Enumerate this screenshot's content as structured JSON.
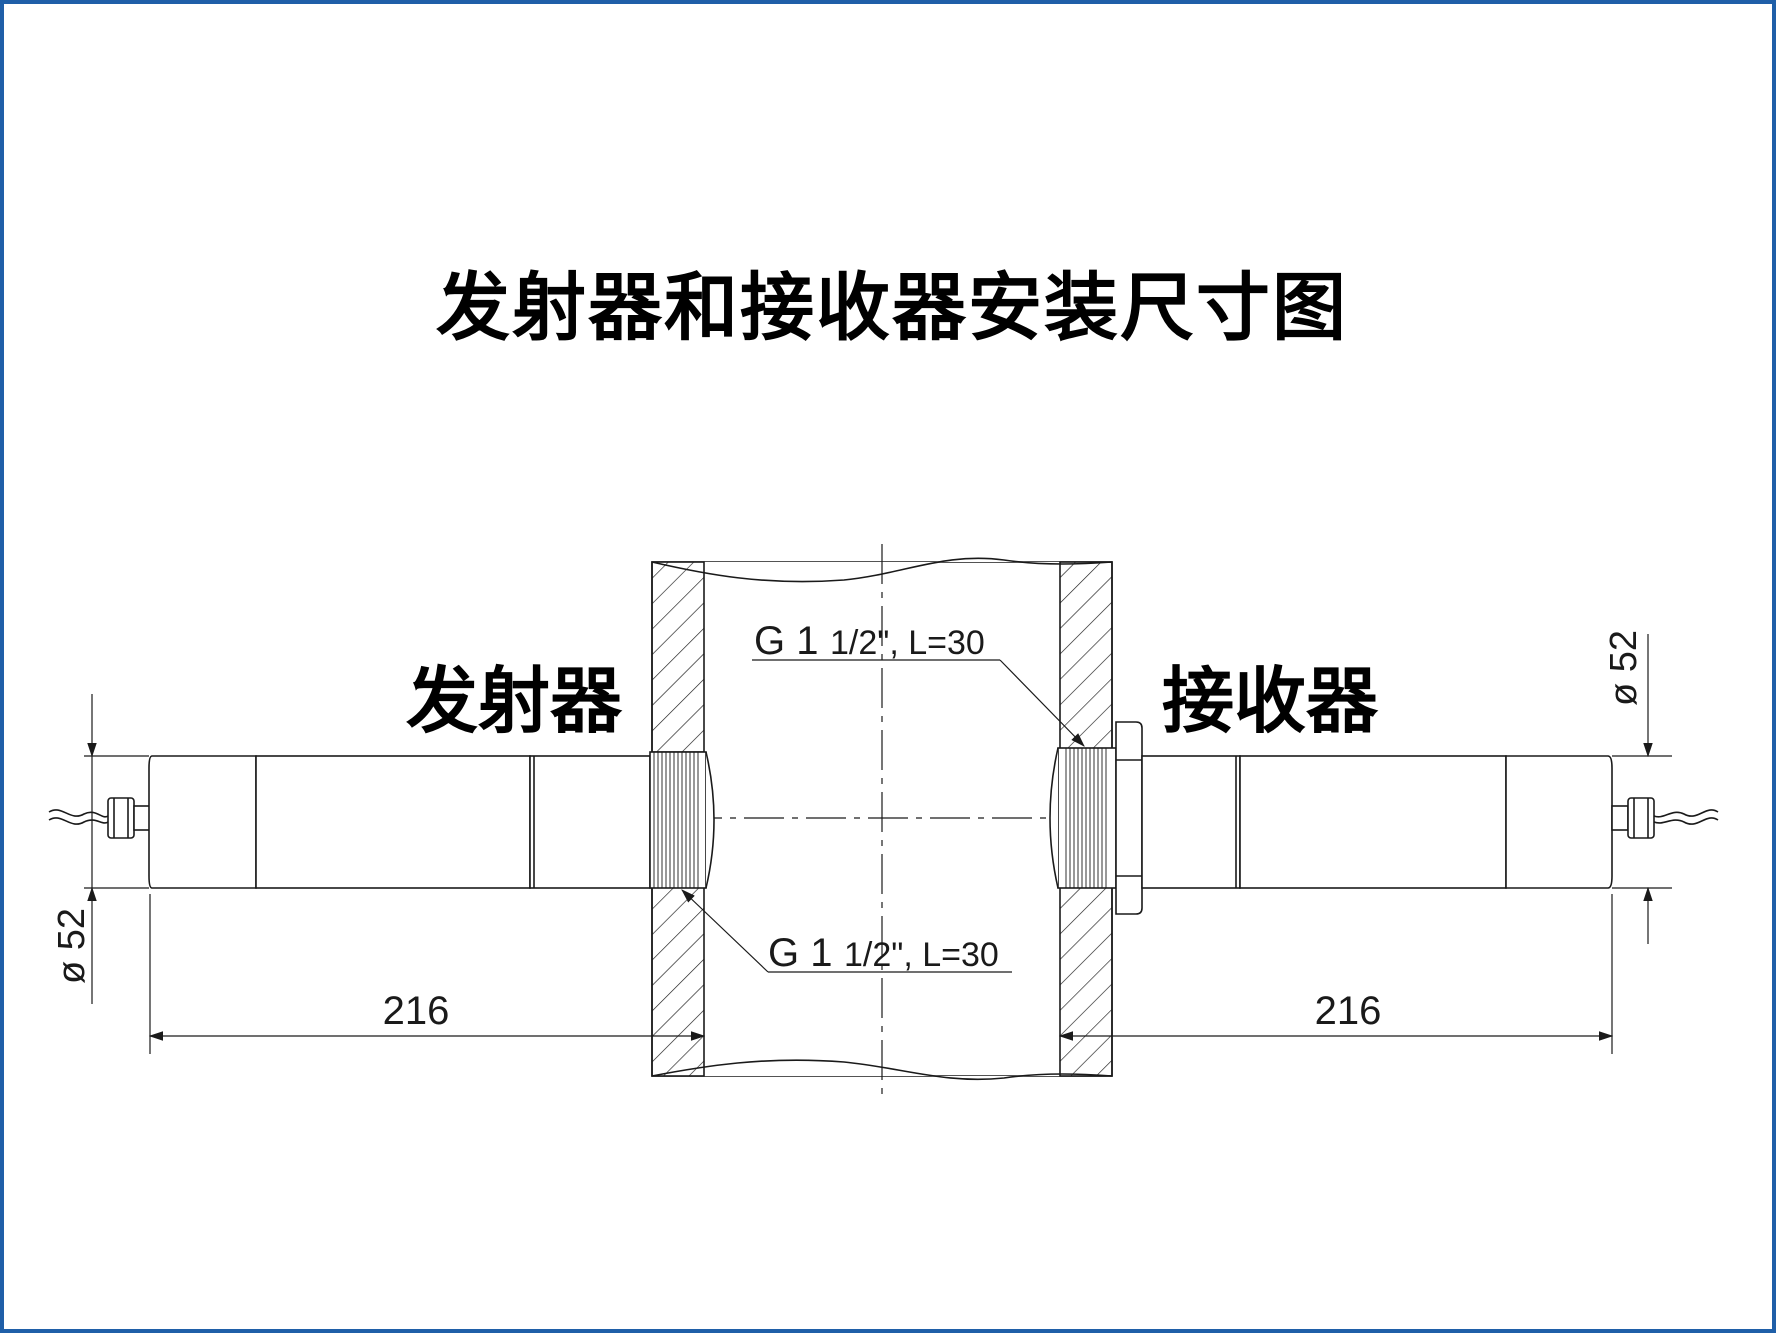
{
  "title": "发射器和接收器安装尺寸图",
  "labels": {
    "emitter": "发射器",
    "receiver": "接收器"
  },
  "dimensions": {
    "left_length": "216",
    "right_length": "216",
    "left_diameter": "ø 52",
    "right_diameter": "ø 52",
    "thread_top_main": "G 1",
    "thread_top_rest": "1/2\", L=30",
    "thread_bottom_main": "G 1",
    "thread_bottom_rest": "1/2\", L=30"
  },
  "colors": {
    "border": "#1f5fa8",
    "line": "#1a1a1a"
  }
}
